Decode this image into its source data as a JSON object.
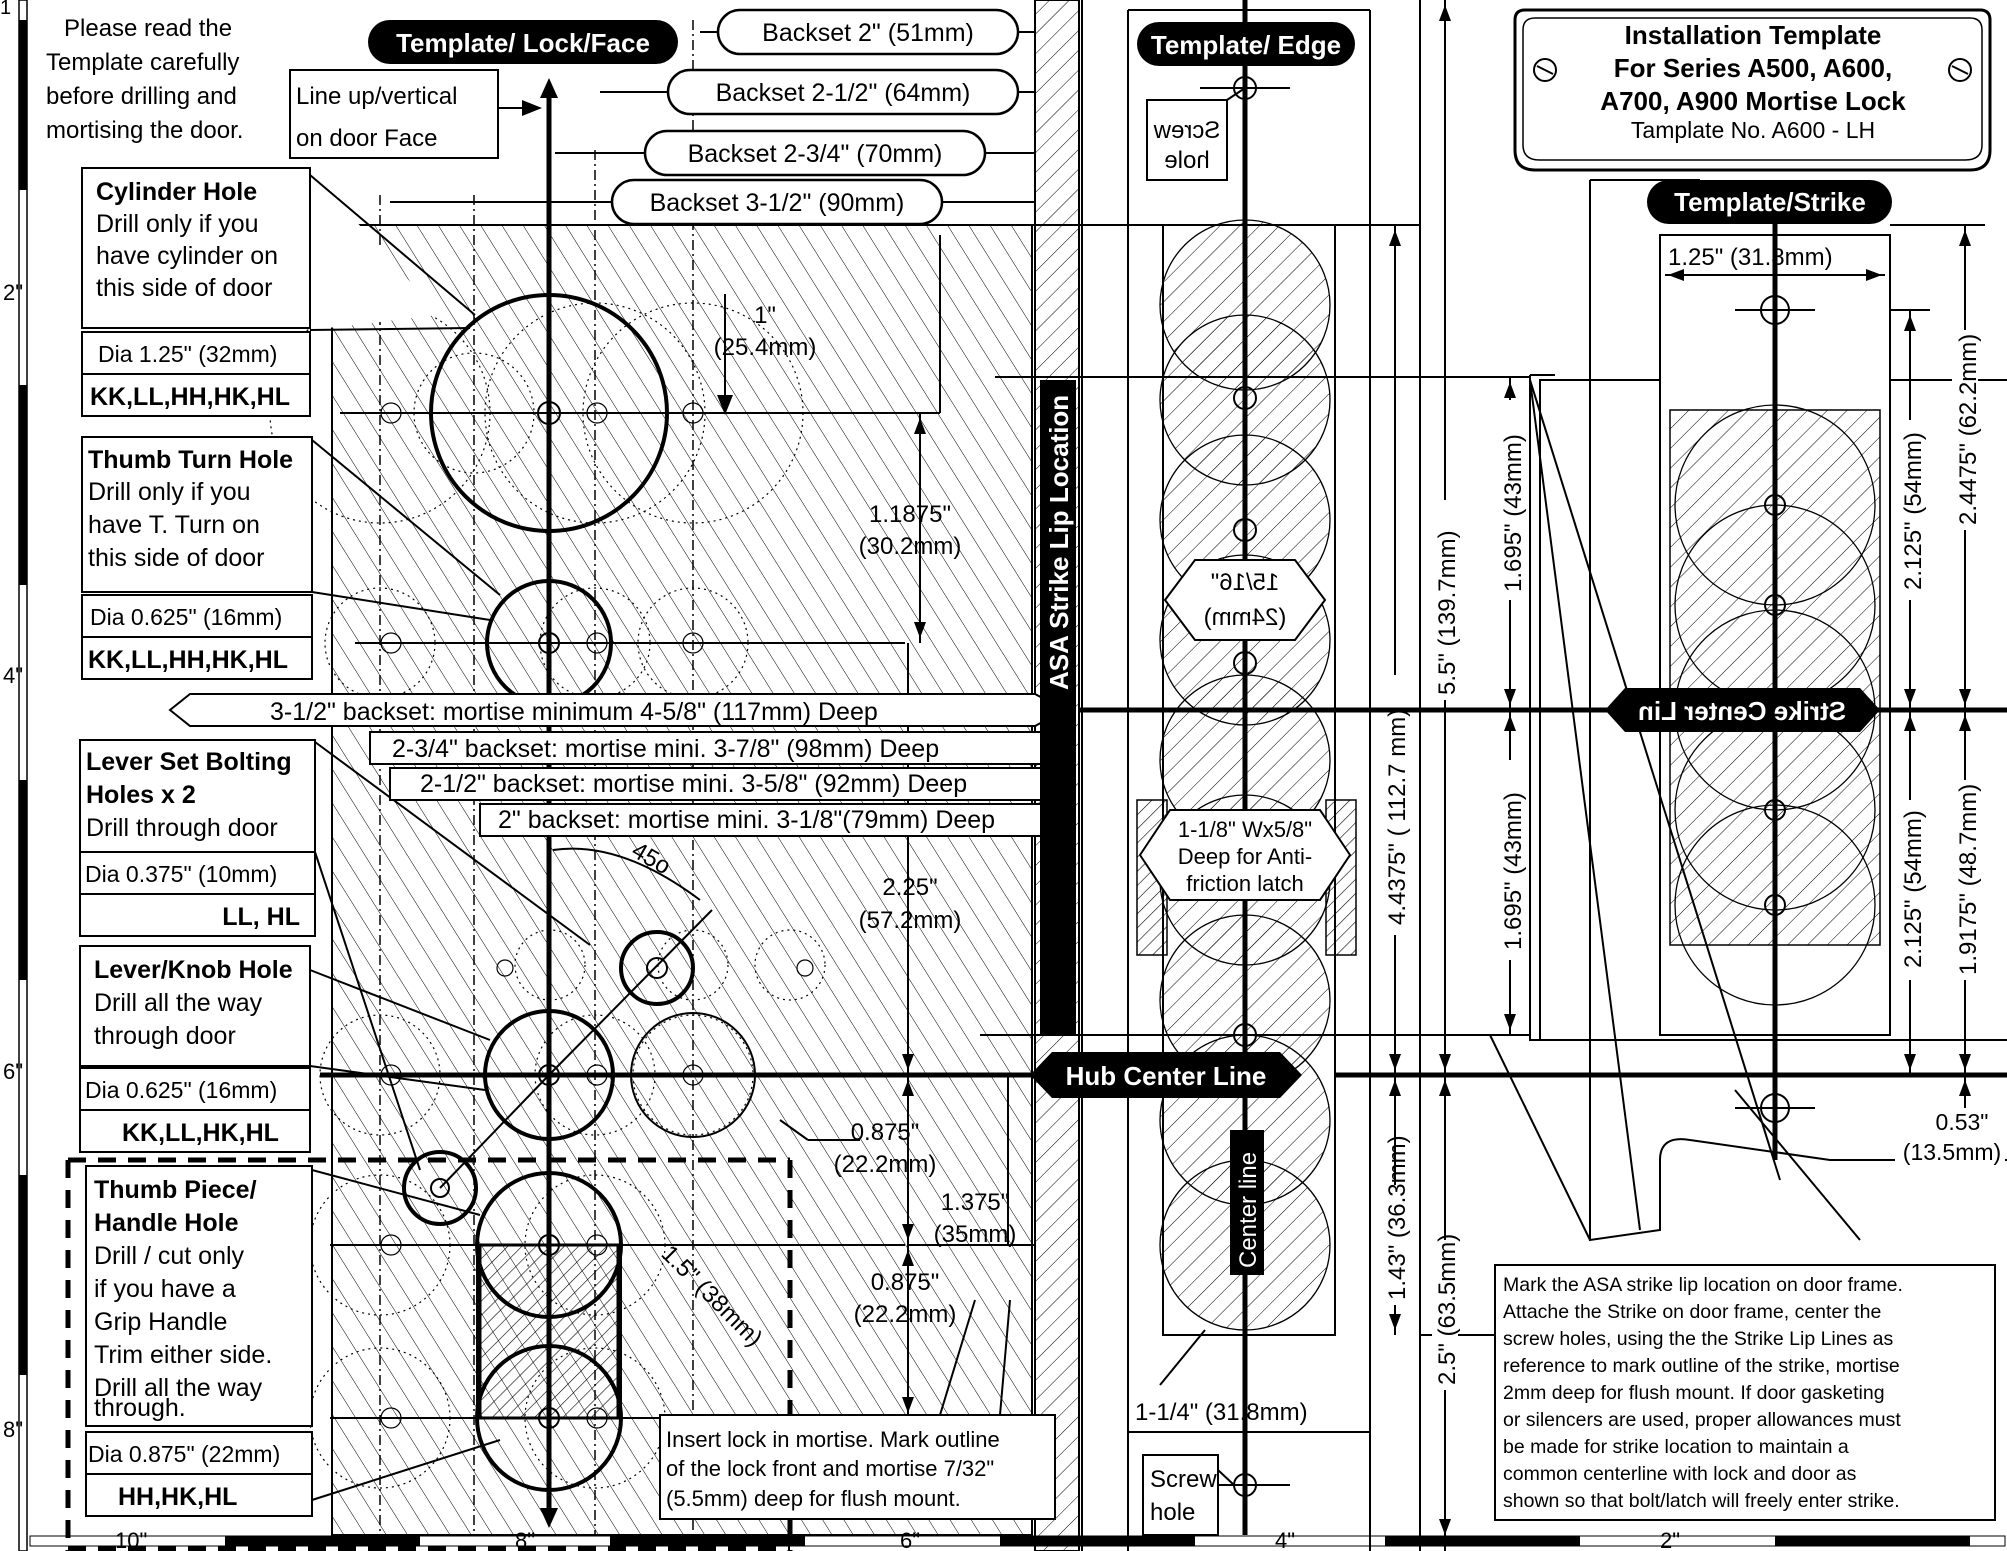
{
  "ruler": {
    "left_ticks": [
      "1",
      "2\"",
      "4\"",
      "6\"",
      "8\""
    ],
    "bottom_ticks": [
      "10\"",
      "8\"",
      "6\"",
      "4\"",
      "2\""
    ]
  },
  "intro": {
    "lines": [
      "Please read the",
      "Template carefully",
      "before drilling and",
      "mortising the door."
    ]
  },
  "labels": {
    "lock_face": "Template/ Lock/Face",
    "edge": "Template/ Edge",
    "strike": "Template/Strike",
    "line_up": [
      "Line up/vertical",
      "on door Face"
    ],
    "strike_lip_location": "ASA Strike Lip Location",
    "hub_center_line": "Hub Center Line",
    "strike_center_line": "Strike Center Lin",
    "center_line": "Center line",
    "screw_hole_top": [
      "Screw",
      "hole"
    ],
    "screw_hole_bottom": [
      "Screw",
      "hole"
    ]
  },
  "title_plate": {
    "line1": "Installation Template",
    "line2": "For Series A500, A600,",
    "line3": "A700, A900 Mortise Lock",
    "line4": "Tamplate No. A600 - LH"
  },
  "backsets": [
    "Backset 2\" (51mm)",
    "Backset 2-1/2\" (64mm)",
    "Backset 2-3/4\" (70mm)",
    "Backset 3-1/2\" (90mm)"
  ],
  "mortise_depths": [
    "3-1/2\" backset: mortise minimum 4-5/8\" (117mm) Deep",
    "2-3/4\" backset: mortise mini. 3-7/8\" (98mm) Deep",
    "2-1/2\" backset: mortise mini. 3-5/8\" (92mm) Deep",
    "2\" backset: mortise mini. 3-1/8\"(79mm) Deep"
  ],
  "holes": {
    "cylinder": {
      "title": "Cylinder Hole",
      "desc": [
        "Drill only if you",
        "have cylinder on",
        "this side of door"
      ],
      "dia": "Dia 1.25\" (32mm)",
      "codes": "KK,LL,HH,HK,HL"
    },
    "thumb_turn": {
      "title": "Thumb Turn Hole",
      "desc": [
        "Drill only if you",
        "have T. Turn on",
        "this side of door"
      ],
      "dia": "Dia 0.625\" (16mm)",
      "codes": "KK,LL,HH,HK,HL"
    },
    "lever_bolting": {
      "title": [
        "Lever Set Bolting",
        "Holes x 2"
      ],
      "desc": [
        "Drill through door"
      ],
      "dia": "Dia 0.375\" (10mm)",
      "codes": "LL, HL"
    },
    "lever_knob": {
      "title": "Lever/Knob Hole",
      "desc": [
        "Drill all the way",
        "through door"
      ],
      "dia": "Dia 0.625\" (16mm)",
      "codes": "KK,LL,HK,HL"
    },
    "thumb_piece": {
      "title": [
        "Thumb Piece/",
        "Handle Hole"
      ],
      "desc": [
        "Drill / cut only",
        "if you have a",
        "Grip Handle",
        "Trim either side.",
        "Drill all the way",
        "through."
      ],
      "dia": "Dia 0.875\" (22mm)",
      "codes": "HH,HK,HL"
    }
  },
  "dimensions": {
    "d_1in": [
      "1\"",
      "(25.4mm)"
    ],
    "d_11875": [
      "1.1875\"",
      "(30.2mm)"
    ],
    "d_225": [
      "2.25\"",
      "(57.2mm)"
    ],
    "d_0875a": [
      "0.875\"",
      "(22.2mm)"
    ],
    "d_1375": [
      "1.375\"",
      "(35mm)"
    ],
    "d_0875b": [
      "0.875\"",
      "(22.2mm)"
    ],
    "d_45": "45o",
    "d_15": "1.5\" (38mm)",
    "d_15_16": [
      "15/16\"",
      "(24mm)"
    ],
    "d_latch": [
      "1-1/8\" Wx5/8\"",
      "Deep for Anti-",
      "friction latch"
    ],
    "d_114": "1-1/4\"  (31.8mm)",
    "d_44375": "4.4375\" ( 112.7 mm)",
    "d_55": "5.5\"  (139.7mm)",
    "d_1695a": "1.695\" (43mm)",
    "d_1695b": "1.695\" (43mm)",
    "d_143": "1.43\" (36.3mm)",
    "d_25": "2.5\"  (63.5mm)",
    "d_125": "1.25\" (31.8mm)",
    "d_2125a": "2.125\" (54mm)",
    "d_24475": "2.4475\" (62.2mm)",
    "d_2125b": "2.125\" (54mm)",
    "d_19175": "1.9175\" (48.7mm)",
    "d_053": [
      "0.53\"",
      "(13.5mm)"
    ]
  },
  "notes": {
    "insert": [
      "Insert lock in mortise. Mark outline",
      "of the lock front and mortise 7/32\"",
      "(5.5mm) deep for flush mount."
    ],
    "strike": [
      "Mark the ASA strike lip location on door frame.",
      "Attache the Strike on door frame, center the",
      "screw holes, using the the Strike Lip Lines as",
      "reference to mark outline of the strike, mortise",
      "2mm  deep for flush mount.  If door gasketing",
      "or silencers are used, proper allowances must",
      "be made for strike location to maintain a",
      "common centerline with lock and door as",
      "shown so that bolt/latch will freely enter strike."
    ]
  }
}
